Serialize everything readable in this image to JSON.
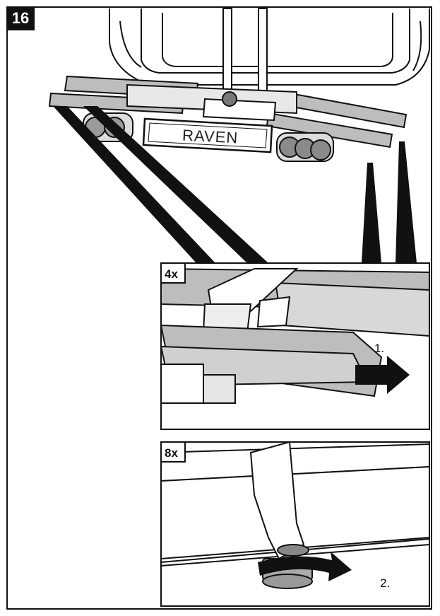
{
  "step": {
    "number": "16"
  },
  "overview": {
    "plate_text": "RAVEN"
  },
  "detail_panels": [
    {
      "count": "4x",
      "step_label": "1."
    },
    {
      "count": "8x",
      "step_label": "2."
    }
  ],
  "colors": {
    "rail": "#bdbdbd",
    "line": "#111111",
    "arrow": "#111111"
  }
}
